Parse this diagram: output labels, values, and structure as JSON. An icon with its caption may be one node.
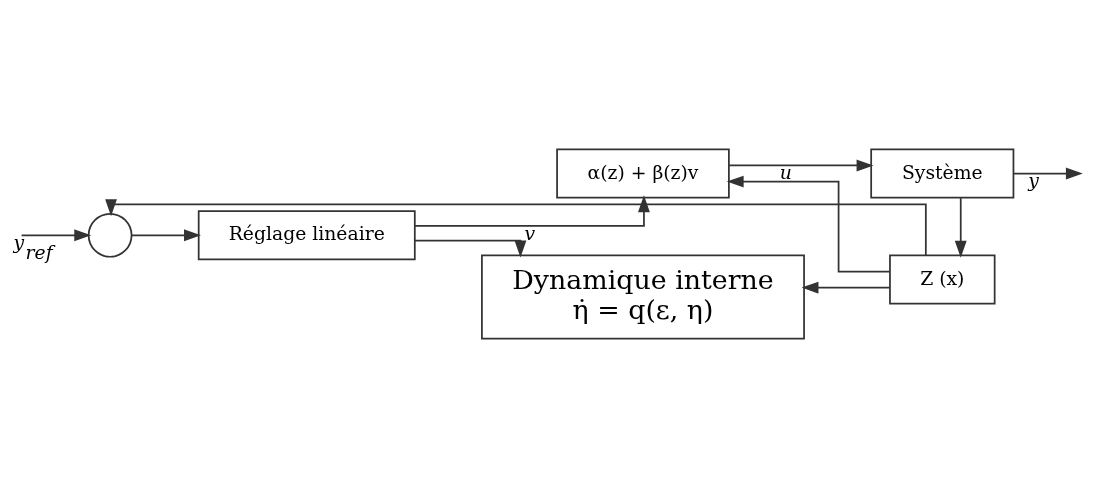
{
  "diagram": {
    "nodes": [
      {
        "text": [],
        "shape": "circle"
      },
      {
        "text": [
          "Réglage linéaire"
        ]
      },
      {
        "text": [
          "α(z) + β(z)v"
        ]
      },
      {
        "text": [
          "Système"
        ]
      },
      {
        "text": [
          "Z (x)"
        ]
      },
      {
        "text": [
          "Dynamique interne",
          "η̇ = q(ε, η)"
        ]
      }
    ],
    "edges": [
      {
        "from": null,
        "to": 0,
        "arrow": "to",
        "label": "y$_{ref}$"
      },
      {
        "from": 0,
        "to": 1,
        "arrow": "to"
      },
      {
        "from": 1,
        "to": 2,
        "arrow": "to",
        "label": "v"
      },
      {
        "from": 2,
        "to": 3,
        "arrow": "to",
        "label": "u"
      },
      {
        "from": 3,
        "to": null,
        "arrow": "to",
        "label": "y"
      },
      {
        "from": 3,
        "to": 4,
        "arrow": "to"
      },
      {
        "from": 4,
        "to": 0,
        "arrow": "to"
      },
      {
        "from": 4,
        "to": 2,
        "arrow": "to"
      },
      {
        "from": 1,
        "to": 5,
        "arrow": "to"
      },
      {
        "from": 4,
        "to": 5,
        "arrow": "to"
      }
    ]
  }
}
